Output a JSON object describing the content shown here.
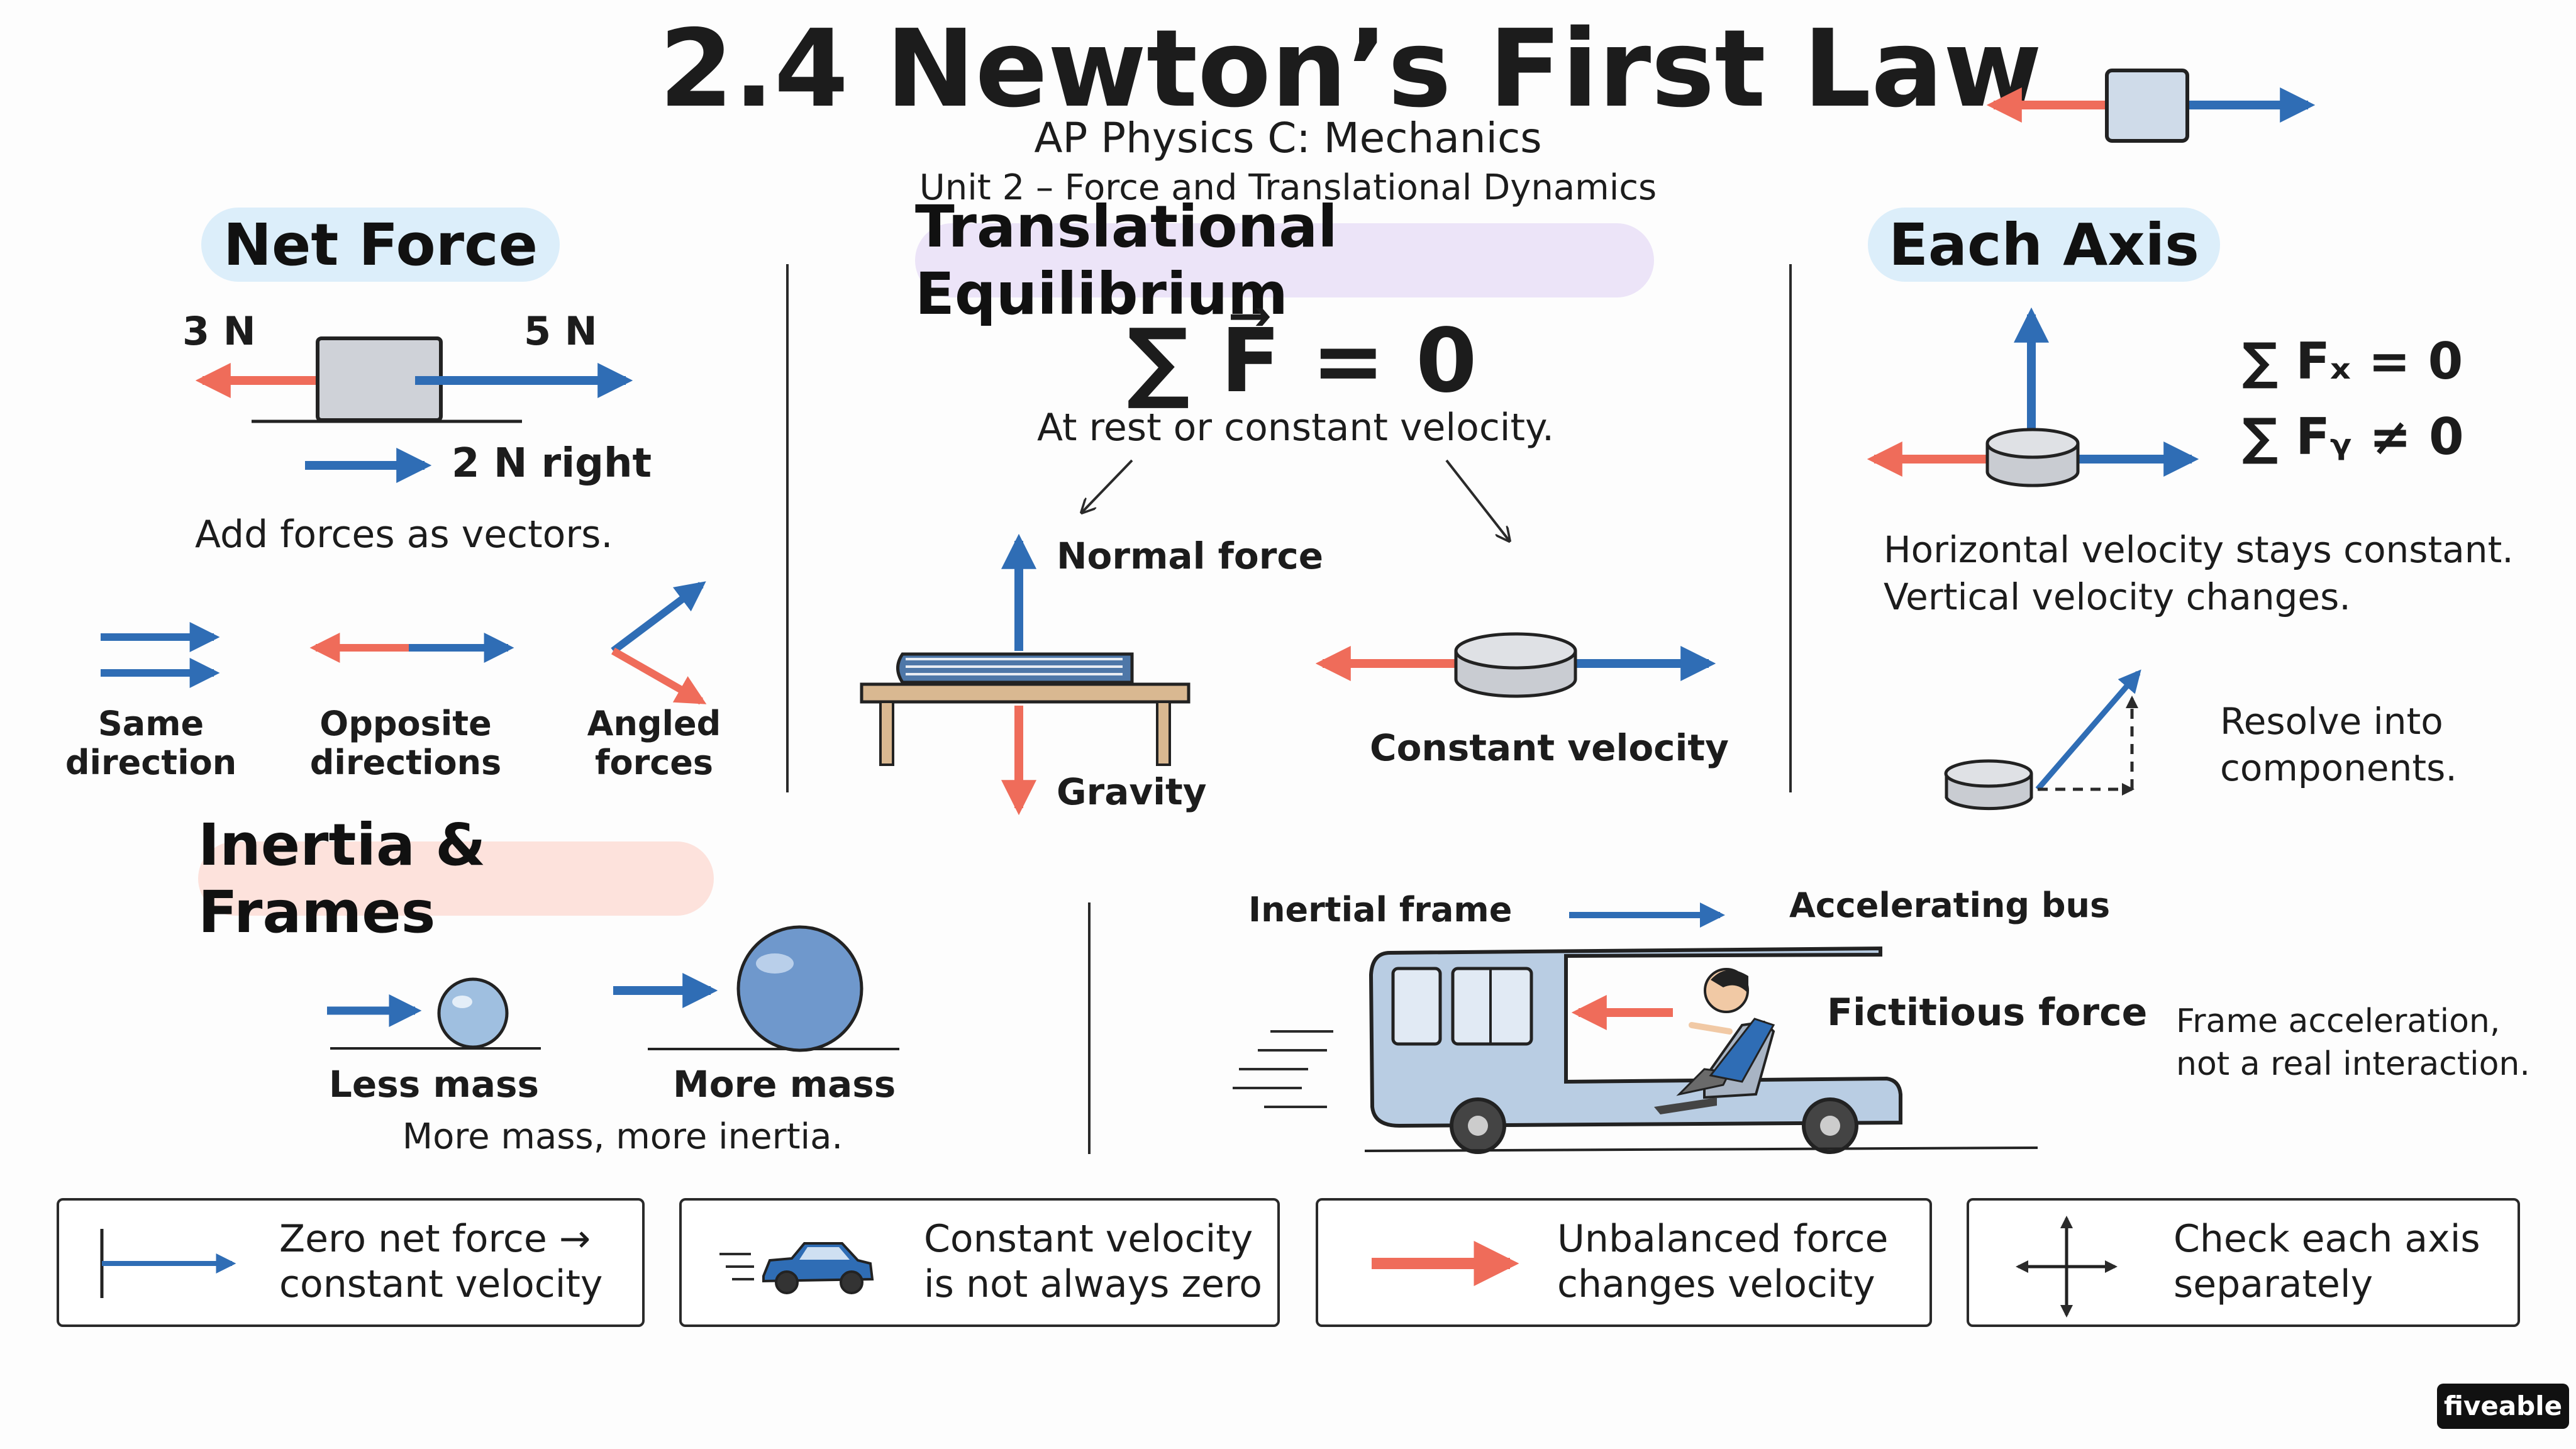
{
  "colors": {
    "blue": "#2f6db5",
    "red": "#ef6c5a",
    "pill_blue": "#dceefa",
    "pill_purple": "#ece4f8",
    "pill_red": "#fde2dc",
    "object_fill": "#cfdbe9"
  },
  "header": {
    "title": "2.4 Newton’s First Law",
    "course": "AP Physics C: Mechanics",
    "unit": "Unit 2 – Force and Translational Dynamics"
  },
  "net_force": {
    "heading": "Net Force",
    "left_force": "3 N",
    "right_force": "5 N",
    "result": "2 N right",
    "caption": "Add forces as vectors.",
    "cases": [
      {
        "label_line1": "Same",
        "label_line2": "direction",
        "icon": "parallel-arrows-icon"
      },
      {
        "label_line1": "Opposite",
        "label_line2": "directions",
        "icon": "opposite-arrows-icon"
      },
      {
        "label_line1": "Angled",
        "label_line2": "forces",
        "icon": "angled-arrows-icon"
      }
    ]
  },
  "equilibrium": {
    "heading": "Translational Equilibrium",
    "equation": "∑ F⃗ = 0",
    "caption": "At rest or constant velocity.",
    "normal_label": "Normal force",
    "gravity_label": "Gravity",
    "constant_label": "Constant velocity"
  },
  "each_axis": {
    "heading": "Each Axis",
    "eq_x": "∑ Fₓ = 0",
    "eq_y": "∑ Fᵧ ≠ 0",
    "caption_line1": "Horizontal velocity stays constant.",
    "caption_line2": "Vertical velocity changes.",
    "resolve_line1": "Resolve into",
    "resolve_line2": "components."
  },
  "inertia": {
    "heading": "Inertia & Frames",
    "less_mass": "Less mass",
    "more_mass": "More mass",
    "caption": "More mass, more inertia.",
    "inertial_frame": "Inertial frame",
    "accelerating_bus": "Accelerating bus",
    "fictitious_force": "Fictitious force",
    "note_line1": "Frame acceleration,",
    "note_line2": "not a real interaction."
  },
  "summary": [
    {
      "line1": "Zero net force →",
      "line2": "constant velocity",
      "icon": "arrow-icon"
    },
    {
      "line1": "Constant velocity",
      "line2": "is not always zero",
      "icon": "car-icon"
    },
    {
      "line1": "Unbalanced force",
      "line2": "changes velocity",
      "icon": "red-arrow-icon"
    },
    {
      "line1": "Check each axis",
      "line2": "separately",
      "icon": "cross-arrows-icon"
    }
  ],
  "brand": "fiveable"
}
